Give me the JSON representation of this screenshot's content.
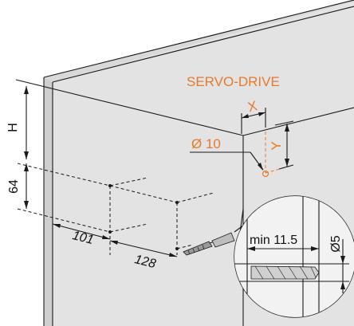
{
  "colors": {
    "background": "#ffffff",
    "panel_front": "#e3e3e3",
    "panel_side": "#cfcfcf",
    "panel_top": "#d9d9d9",
    "accent_orange": "#e8792a",
    "line": "#1a1a1a"
  },
  "labels": {
    "product": "SERVO-DRIVE",
    "x": "X",
    "y": "Y",
    "drill_diameter": "Ø 10",
    "h": "H",
    "vertical_spacing": "64",
    "edge_offset": "101",
    "horizontal_spacing": "128",
    "min_depth": "min 11.5",
    "bit_diameter": "Ø5"
  },
  "icons": [
    "drill-bit-icon",
    "magnifier-detail-icon"
  ]
}
